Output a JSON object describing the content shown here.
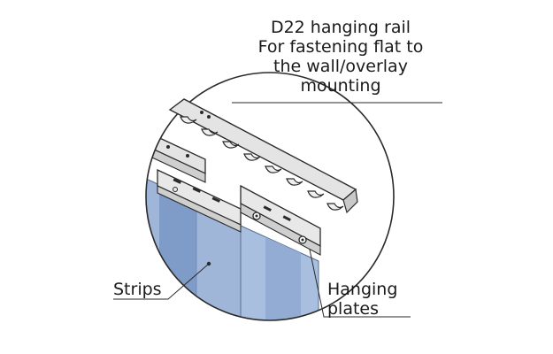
{
  "labels": {
    "rail": {
      "line1": "D22 hanging rail",
      "line2": "For fastening flat to",
      "line3": "the wall/overlay",
      "line4": "mounting"
    },
    "strips": "Strips",
    "plates": {
      "line1": "Hanging",
      "line2": "plates"
    }
  },
  "colors": {
    "strip_fill": "#9fb6d9",
    "strip_dark": "#6f8bb8",
    "metal": "#e4e4e4",
    "metal_shade": "#c9c9c9",
    "outline": "#2a2a2a"
  }
}
